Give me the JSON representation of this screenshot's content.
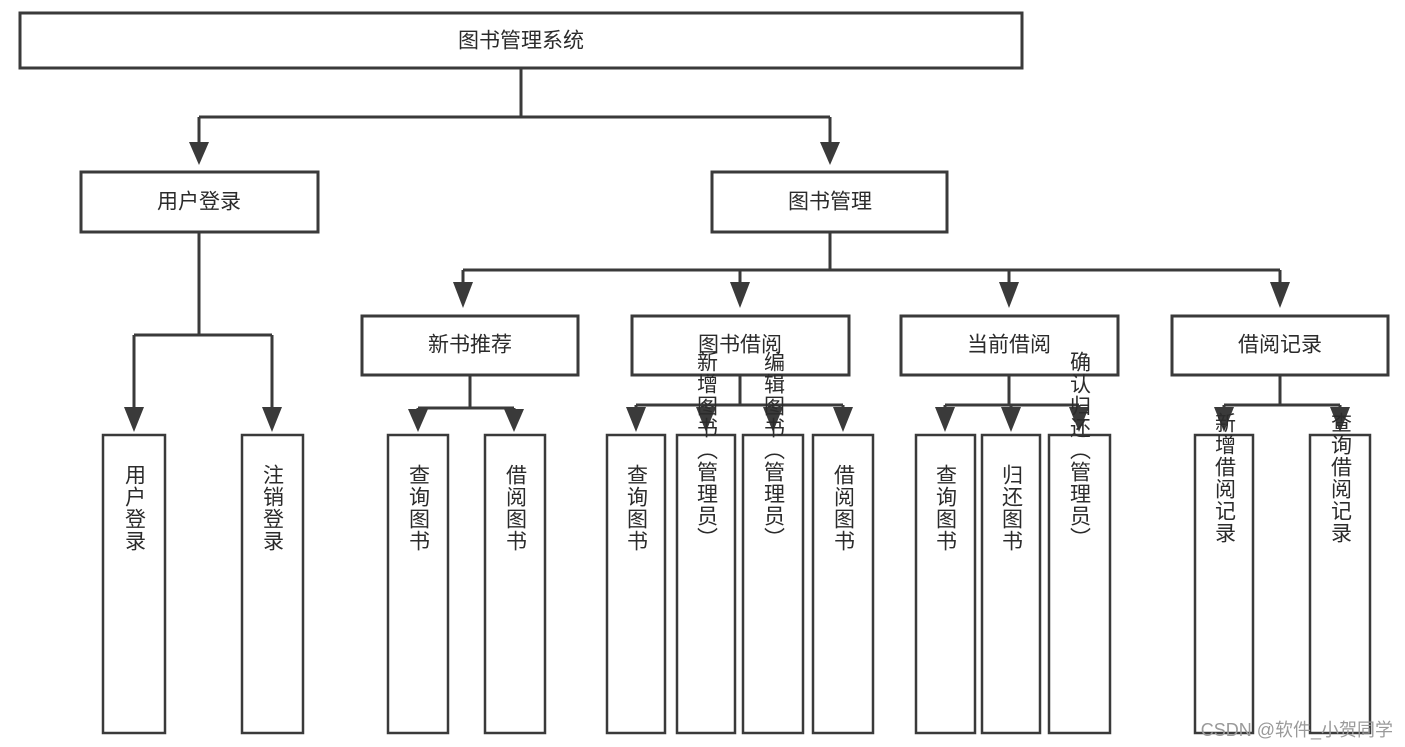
{
  "diagram": {
    "type": "tree-hierarchy",
    "title": "图书管理系统",
    "orientation": "top-down",
    "colors": {
      "box_stroke": "#3a3a3a",
      "box_fill": "#ffffff",
      "text": "#2b2b2b",
      "connector": "#3a3a3a",
      "watermark": "#9a9a9a",
      "background": "#ffffff"
    },
    "root": {
      "label": "图书管理系统"
    },
    "level1": [
      {
        "label": "用户登录"
      },
      {
        "label": "图书管理"
      }
    ],
    "level2": [
      {
        "label": "新书推荐"
      },
      {
        "label": "图书借阅"
      },
      {
        "label": "当前借阅"
      },
      {
        "label": "借阅记录"
      }
    ],
    "leaves": {
      "user_login": [
        {
          "label": "用户登录"
        },
        {
          "label": "注销登录"
        }
      ],
      "new_book_recommend": [
        {
          "label": "查询图书"
        },
        {
          "label": "借阅图书"
        }
      ],
      "book_borrow": [
        {
          "label": "查询图书"
        },
        {
          "label": "新增图书（管理员）"
        },
        {
          "label": "编辑图书（管理员）"
        },
        {
          "label": "借阅图书"
        }
      ],
      "current_borrow": [
        {
          "label": "查询图书"
        },
        {
          "label": "归还图书"
        },
        {
          "label": "确认归还（管理员）"
        }
      ],
      "borrow_record": [
        {
          "label": "新增借阅记录"
        },
        {
          "label": "查询借阅记录"
        }
      ]
    }
  },
  "watermark": {
    "text": "CSDN @软件_小贺同学"
  }
}
